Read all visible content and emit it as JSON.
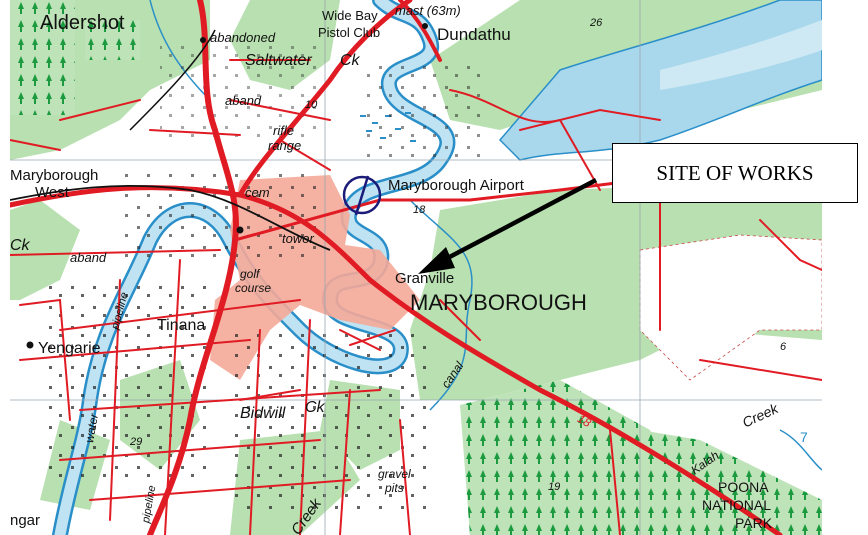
{
  "callout": {
    "text": "SITE OF WORKS"
  },
  "labels": {
    "aldershot": "Aldershot",
    "abandoned": "abandoned",
    "saltwater": "Saltwater",
    "ck_top": "Ck",
    "wide_bay": "Wide Bay",
    "pistol_club": "Pistol Club",
    "mast": "mast (63m)",
    "dundathu": "Dundathu",
    "spot_26": "26",
    "aband_top": "aband",
    "spot_10": "10",
    "rifle": "rifle",
    "range": "range",
    "mary": "MARY",
    "maryborough_w1": "Maryborough",
    "maryborough_w2": "West",
    "cem": "cem",
    "tower": "tower",
    "airport": "Maryborough Airport",
    "spot_18": "18",
    "ck_left": "Ck",
    "aband_left": "aband",
    "golf": "golf",
    "course": "course",
    "granville": "Granville",
    "maryborough": "MARYBOROUGH",
    "tinana": "Tinana",
    "yengarie": "Yengarie",
    "pipeline_l": "pipeline",
    "spot_6": "6",
    "canal": "canal",
    "creek_r": "Creek",
    "water": "water",
    "bidwill": "Bidwill",
    "ck_mid": "Ck",
    "road_18": "18",
    "spot_29": "29",
    "kalah": "Kalah",
    "spot_19": "19",
    "poona": "POONA",
    "national": "NATIONAL",
    "park": "PARK",
    "spot_7": "7",
    "gravel": "gravel",
    "pits": "pits",
    "ngar": "ngar",
    "pipeline_b": "pipeline",
    "creek_b": "Creek"
  }
}
